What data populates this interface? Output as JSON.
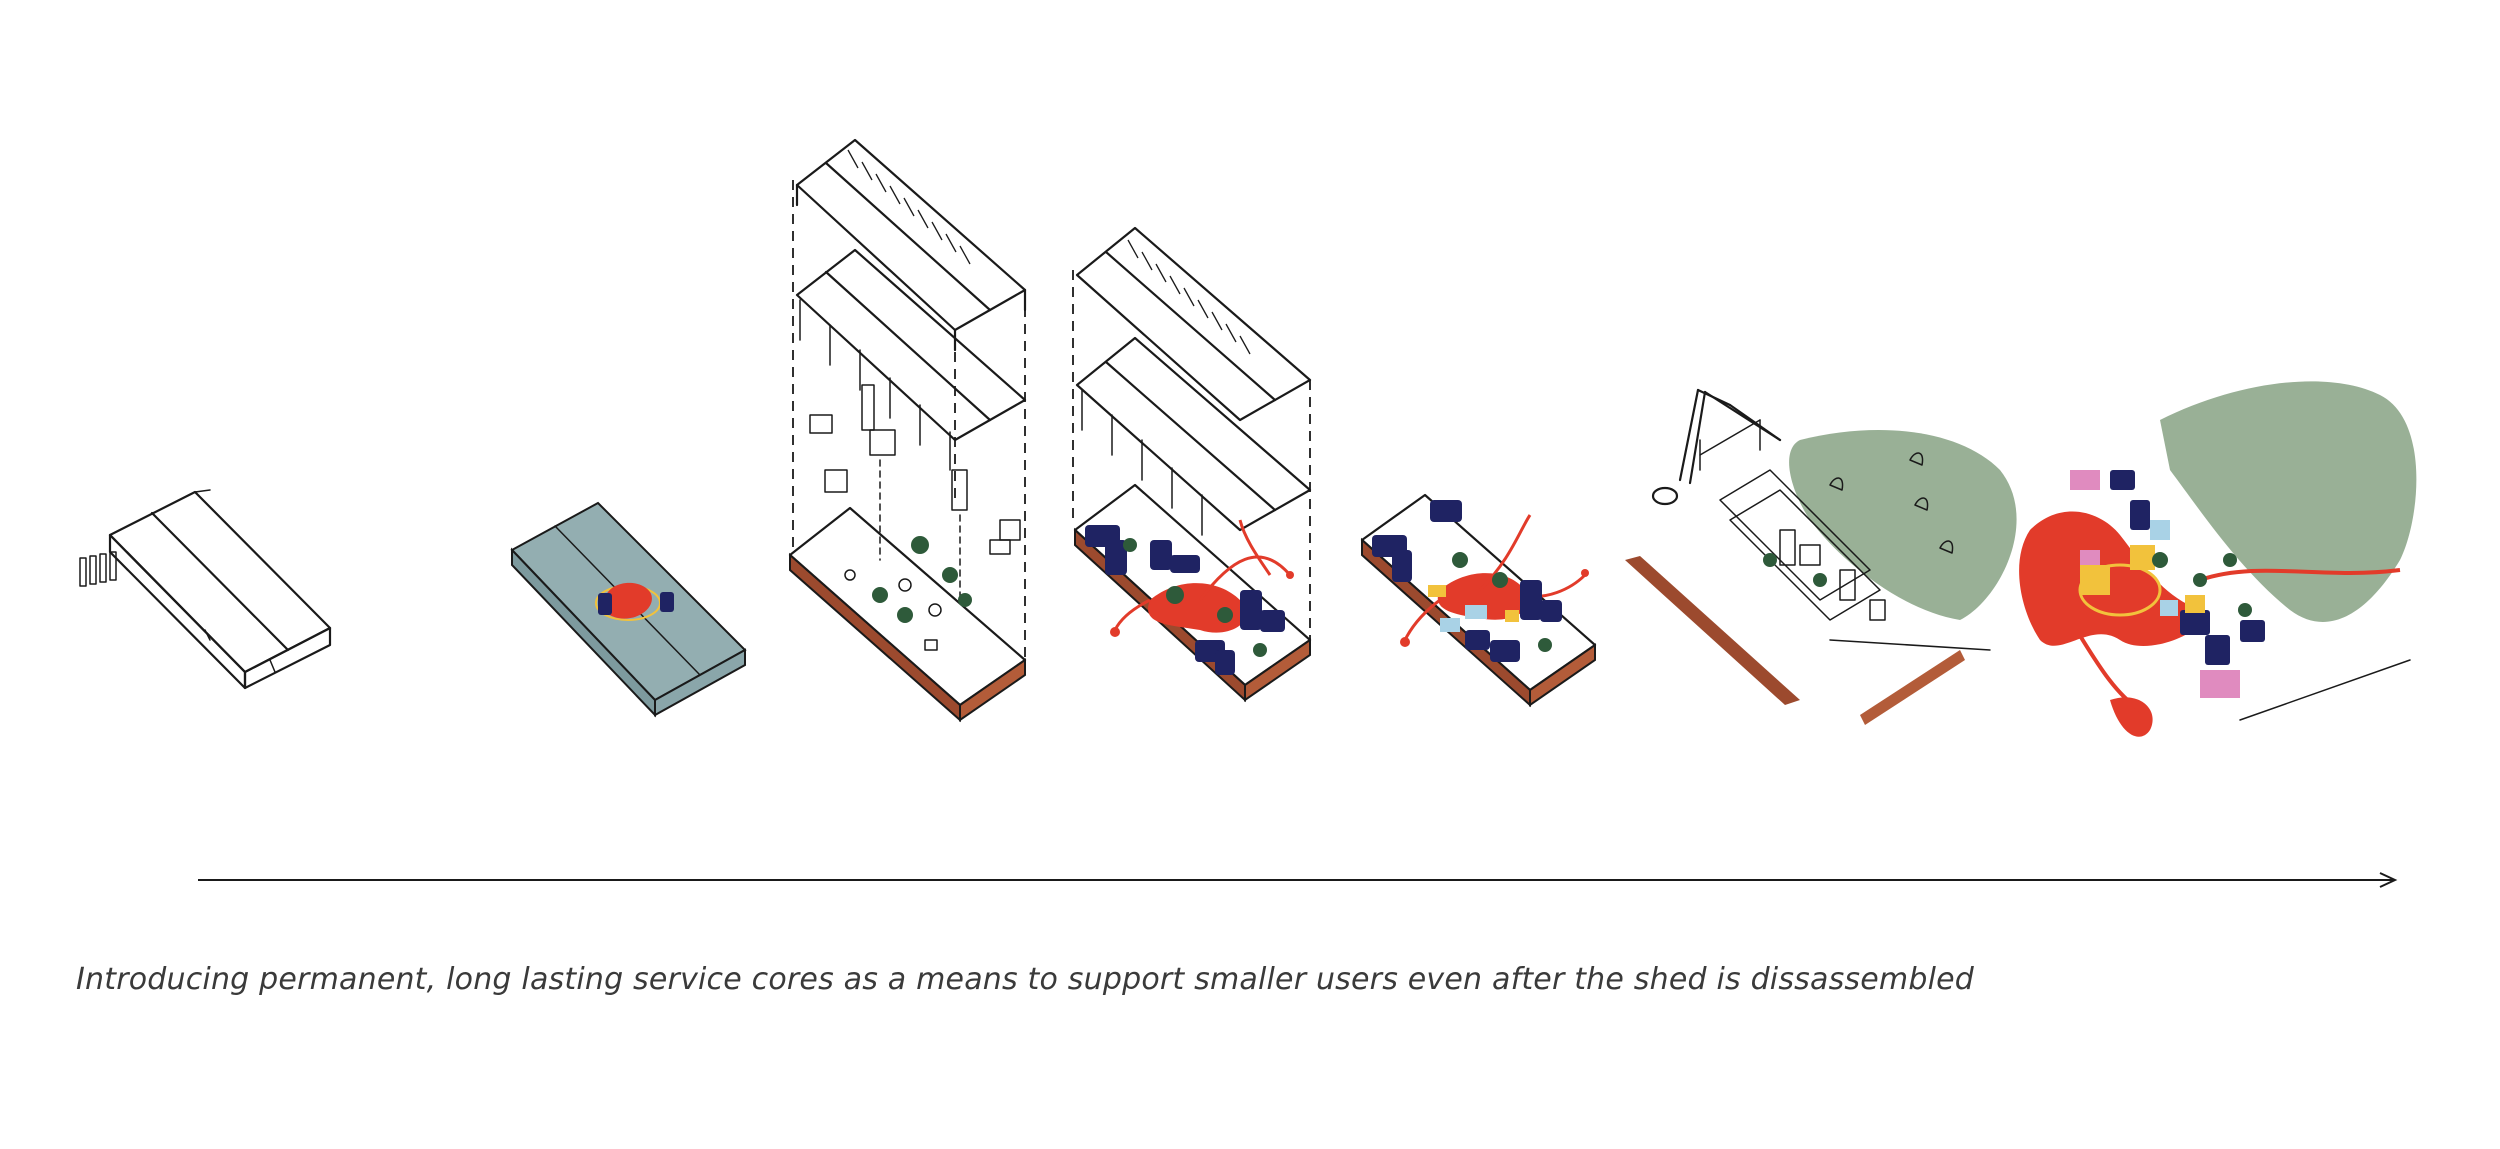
{
  "diagram": {
    "caption": "Introducing permanent, long lasting service cores as a means to support smaller users even after the shed is dissassembled",
    "stages": [
      {
        "id": 1,
        "name": "existing-shed"
      },
      {
        "id": 2,
        "name": "shed-with-core"
      },
      {
        "id": 3,
        "name": "exploded-shed-structure"
      },
      {
        "id": 4,
        "name": "exploded-shed-with-cores"
      },
      {
        "id": 5,
        "name": "shed-floor-with-users"
      },
      {
        "id": 6,
        "name": "shed-dismantled-with-crane"
      },
      {
        "id": 7,
        "name": "final-site-with-landscape"
      }
    ],
    "timeline": {
      "direction": "left-to-right"
    },
    "colors": {
      "ink": "#1a1a1a",
      "roof_teal": "#93aeb1",
      "brick": "#9c4a2e",
      "navy": "#1f2363",
      "red": "#e23b2a",
      "green": "#99b096",
      "yellow": "#f2c23c",
      "light_blue": "#a9d2e6",
      "pink": "#e08bbf",
      "tree": "#2e5a3a"
    }
  }
}
